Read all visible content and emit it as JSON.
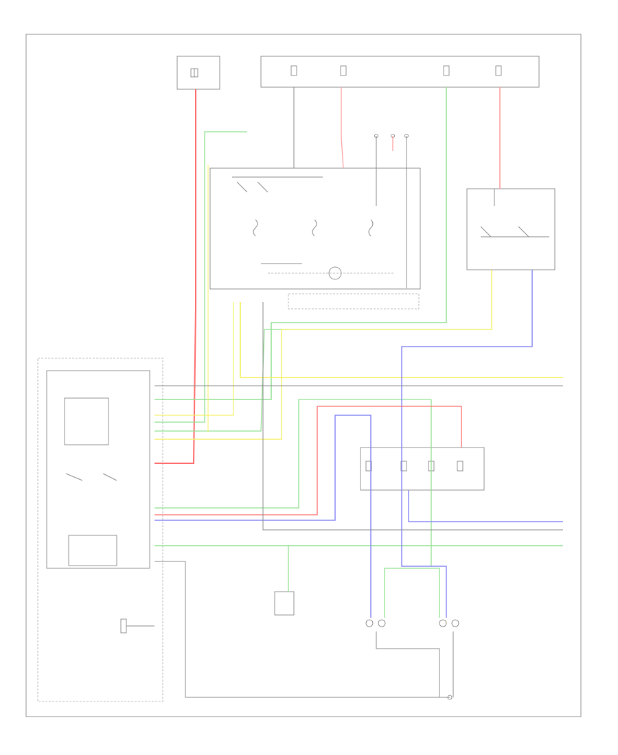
{
  "diagram": {
    "title": "",
    "components": [
      {
        "id": "fuse-box-left",
        "label": "",
        "lines": [
          "",
          "",
          ""
        ]
      },
      {
        "id": "fuse-box-top",
        "label": "",
        "lines": [
          "",
          "",
          ""
        ]
      },
      {
        "id": "relay-top",
        "label": "",
        "lines": [
          "",
          ""
        ]
      },
      {
        "id": "light-switch",
        "label": ""
      },
      {
        "id": "turn-signal-switch",
        "label": ""
      },
      {
        "id": "control-unit",
        "label": "",
        "sub": [
          "",
          ""
        ]
      },
      {
        "id": "fuse-block-right",
        "label": ""
      },
      {
        "id": "sensor-module",
        "label": ""
      },
      {
        "id": "left-headlight",
        "label": ""
      },
      {
        "id": "right-headlight",
        "label": ""
      },
      {
        "id": "ground-point",
        "label": ""
      },
      {
        "id": "data-connector",
        "label": ""
      }
    ],
    "footer": ""
  },
  "colors": {
    "red": "#ff6a6a",
    "green": "#8fe08f",
    "yellow": "#f5f06a",
    "blue": "#8a8af5",
    "black": "#8a8a8a",
    "pink": "#ff9a9a",
    "box": "#777777"
  }
}
